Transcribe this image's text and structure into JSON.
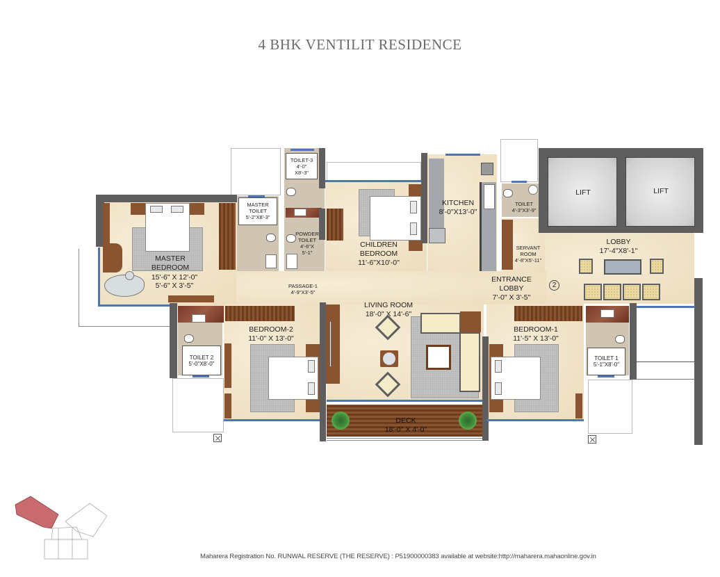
{
  "title": "4 BHK VENTILIT RESIDENCE",
  "footer": "Maharera Registration No. RUNWAL RESERVE (THE RESERVE) : P51900000383 available at website:http://maharera.mahaonline.gov.in",
  "rooms": {
    "master_bedroom": {
      "name_line1": "MASTER",
      "name_line2": "BEDROOM",
      "dim1": "15'-6\" X 12'-0\"",
      "dim2": "5'-6\" X  3'-5\""
    },
    "master_toilet": {
      "name_line1": "MASTER",
      "name_line2": "TOILET",
      "dim": "5'-2\"X8'-3\""
    },
    "toilet_3": {
      "name": "TOILET-3",
      "dim1": "4'-0\"",
      "dim2": "X8'-3\""
    },
    "powder_toilet": {
      "name_line1": "POWDER",
      "name_line2": "TOILET",
      "dim1": "4'-6\"X",
      "dim2": "5'-1\""
    },
    "children_bedroom": {
      "name_line1": "CHILDREN",
      "name_line2": "BEDROOM",
      "dim": "11'-6\"X10'-0\""
    },
    "kitchen": {
      "name": "KITCHEN",
      "dim": "8'-0\"X13'-0\""
    },
    "toilet_servant": {
      "name": "TOILET",
      "dim": "4'-3\"X3'-9\""
    },
    "servant_room": {
      "name_line1": "SERVANT",
      "name_line2": "ROOM",
      "dim": "4'-8\"X5'-11\""
    },
    "lift_1": {
      "name": "LIFT"
    },
    "lift_2": {
      "name": "LIFT"
    },
    "lobby": {
      "name": "LOBBY",
      "dim": "17'-4\"X8'-1\""
    },
    "passage_1": {
      "name": "PASSAGE-1",
      "dim": "4'-9\"X3'-5\""
    },
    "entrance_lobby": {
      "name_line1": "ENTRANCE",
      "name_line2": "LOBBY",
      "dim": "7'-0\" X 3'-5\""
    },
    "living_room": {
      "name": "LIVING ROOM",
      "dim": "18'-0\" X 14'-6\""
    },
    "bedroom_2": {
      "name": "BEDROOM-2",
      "dim": "11'-0\" X 13'-0\""
    },
    "toilet_2": {
      "name": "TOILET 2",
      "dim": "5'-0\"X8'-0\""
    },
    "bedroom_1": {
      "name": "BEDROOM-1",
      "dim": "11'-5\" X 13'-0\""
    },
    "toilet_1": {
      "name": "TOILET 1",
      "dim": "5'-1\"X8'-0\""
    },
    "deck": {
      "name": "DECK",
      "dim": "18'-0\" X 4'-0\""
    }
  },
  "unit_marker": "2",
  "colors": {
    "floor": "#f2e6cc",
    "wall": "#5e5e5e",
    "wood": "#8a5430",
    "window": "#4d74b8",
    "keyplan_highlight": "#c96a6f"
  }
}
